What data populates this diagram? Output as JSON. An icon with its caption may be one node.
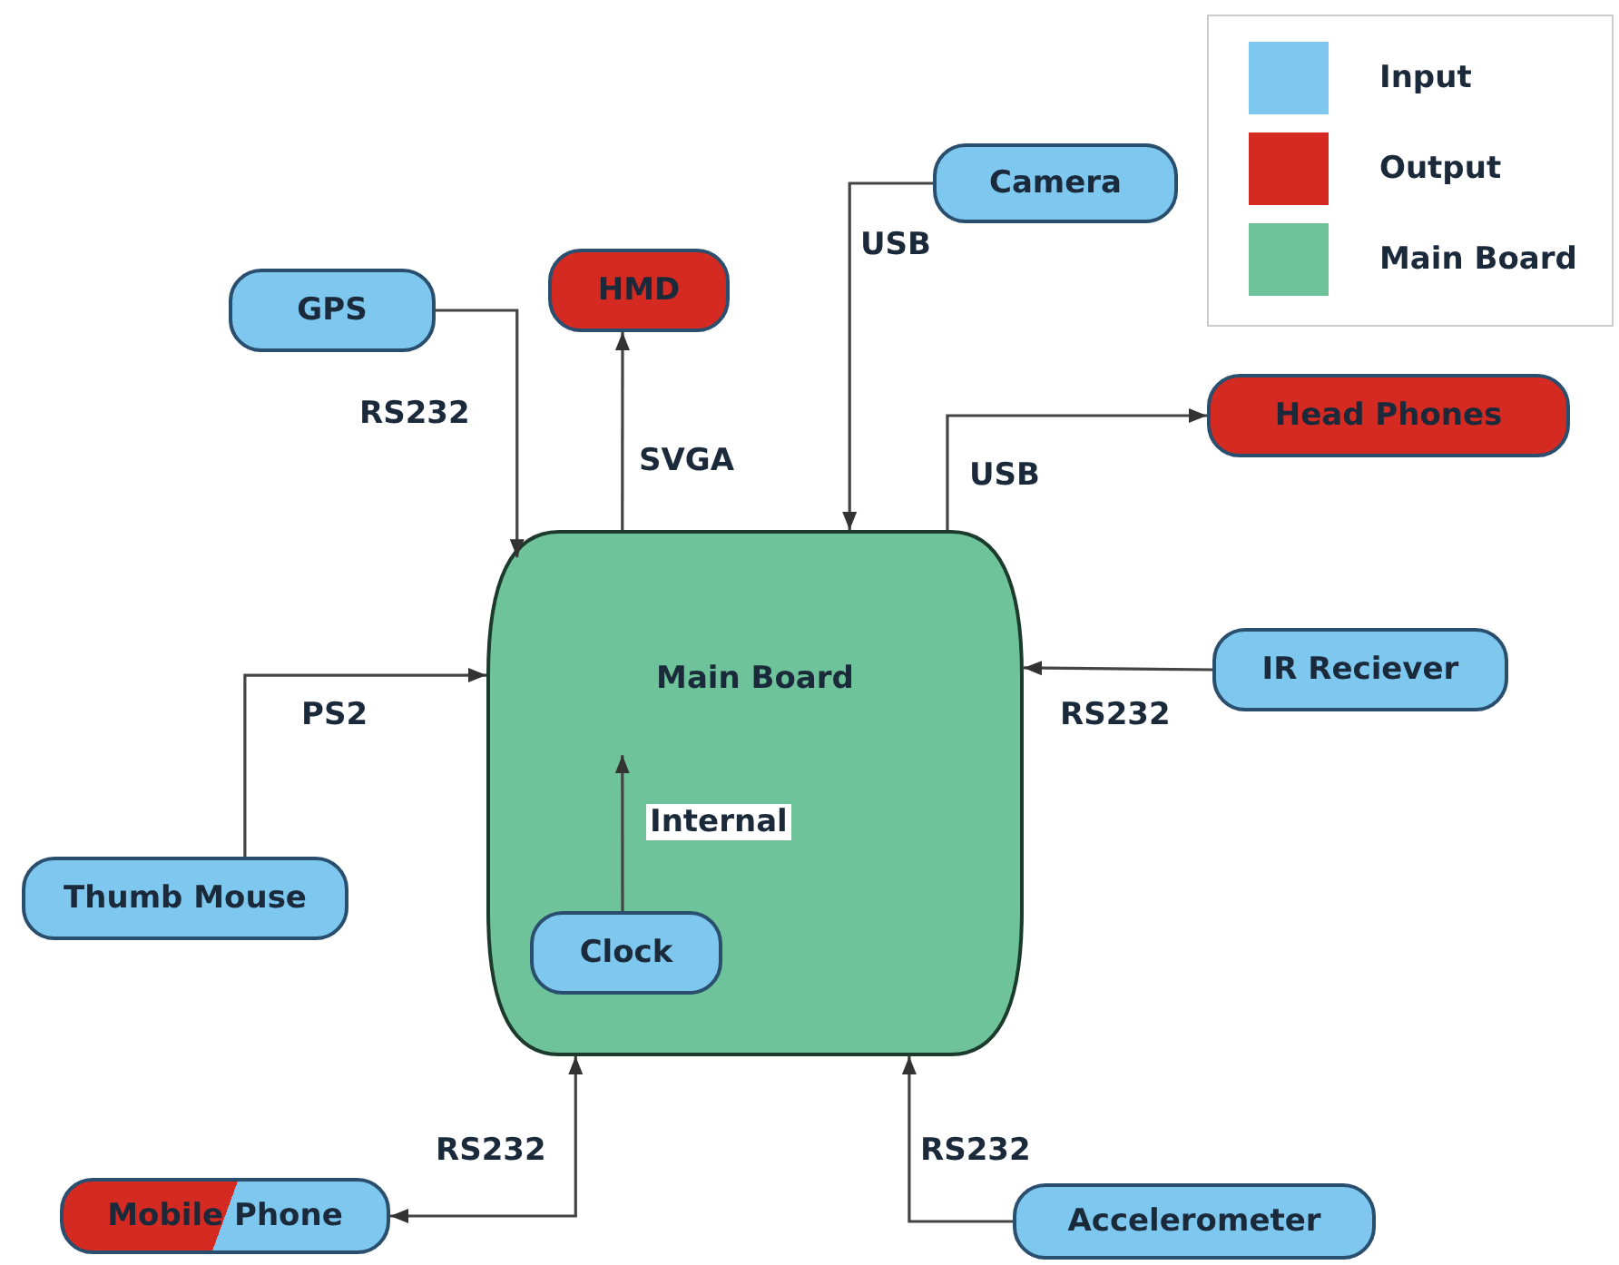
{
  "diagram": {
    "nodes": [
      {
        "text": [
          "Camera"
        ]
      },
      {
        "text": [
          "GPS"
        ]
      },
      {
        "text": [
          "HMD"
        ]
      },
      {
        "text": [
          "Head Phones"
        ]
      },
      {
        "text": [
          "Main Board"
        ]
      },
      {
        "text": [
          "IR Reciever"
        ]
      },
      {
        "text": [
          "Thumb Mouse"
        ]
      },
      {
        "text": [
          "Clock"
        ],
        "in": 4
      },
      {
        "text": [
          "Mobile Phone"
        ]
      },
      {
        "text": [
          "Accelerometer"
        ]
      }
    ],
    "edges": [
      {
        "from": 1,
        "to": 4,
        "arrow": "to",
        "label": "RS232"
      },
      {
        "from": 4,
        "to": 2,
        "arrow": "to",
        "label": "SVGA"
      },
      {
        "from": 0,
        "to": 4,
        "arrow": "to",
        "label": "USB"
      },
      {
        "from": 4,
        "to": 3,
        "arrow": "to",
        "label": "USB"
      },
      {
        "from": 5,
        "to": 4,
        "arrow": "to",
        "label": "RS232"
      },
      {
        "from": 6,
        "to": 4,
        "arrow": "to",
        "label": "PS2"
      },
      {
        "from": 7,
        "to": 4,
        "arrow": "to",
        "label": "Internal"
      },
      {
        "from": 8,
        "to": 4,
        "arrow": "both",
        "label": "RS232"
      },
      {
        "from": 9,
        "to": 4,
        "arrow": "to",
        "label": "RS232"
      }
    ],
    "legend": [
      {
        "text": "Input",
        "color": "#7ec8ef"
      },
      {
        "text": "Output",
        "color": "#d42a22"
      },
      {
        "text": "Main Board",
        "color": "#6fc39a"
      }
    ]
  }
}
